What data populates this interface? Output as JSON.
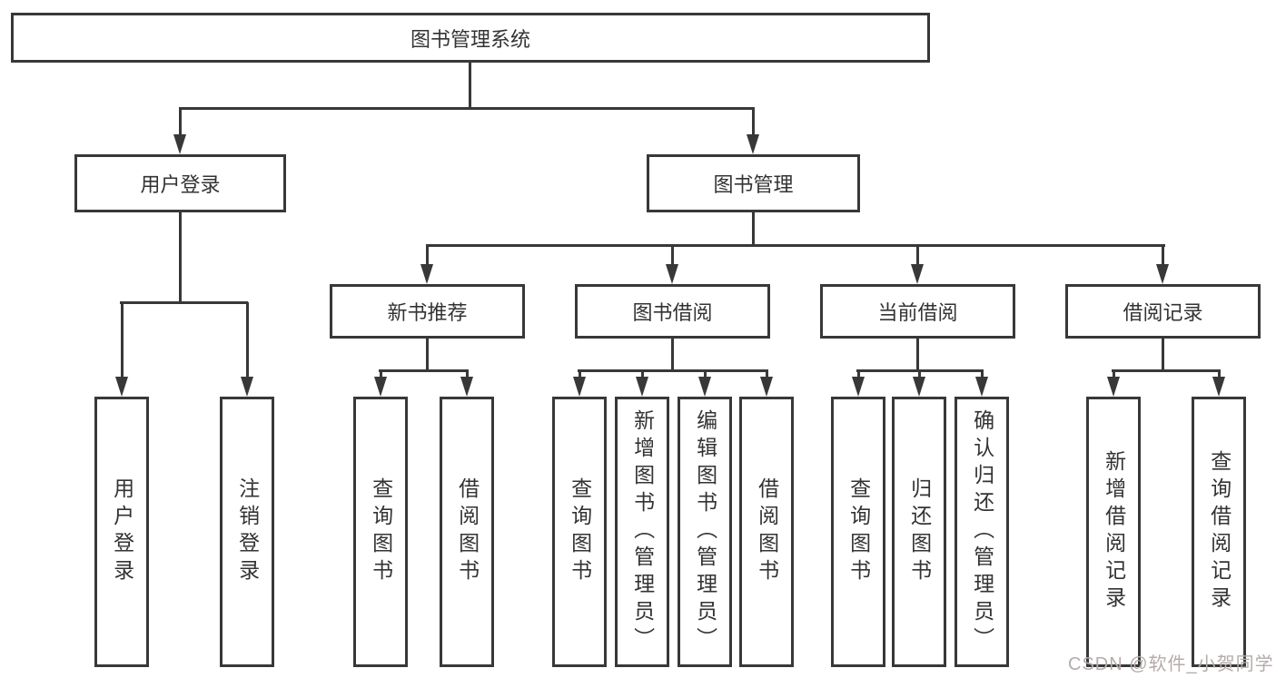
{
  "nodes": {
    "root": {
      "label": "图书管理系统"
    },
    "branches": [
      {
        "label": "用户登录",
        "children": [
          {
            "label": "用户登录"
          },
          {
            "label": "注销登录"
          }
        ]
      },
      {
        "label": "图书管理",
        "children": [
          {
            "label": "新书推荐",
            "children": [
              {
                "label": "查询图书"
              },
              {
                "label": "借阅图书"
              }
            ]
          },
          {
            "label": "图书借阅",
            "children": [
              {
                "label": "查询图书"
              },
              {
                "label": "新增图书（管理员）"
              },
              {
                "label": "编辑图书（管理员）"
              },
              {
                "label": "借阅图书"
              }
            ]
          },
          {
            "label": "当前借阅",
            "children": [
              {
                "label": "查询图书"
              },
              {
                "label": "归还图书"
              },
              {
                "label": "确认归还（管理员）"
              }
            ]
          },
          {
            "label": "借阅记录",
            "children": [
              {
                "label": "新增借阅记录"
              },
              {
                "label": "查询借阅记录"
              }
            ]
          }
        ]
      }
    ]
  },
  "watermark": {
    "text": "CSDN @软件_小贺同学"
  },
  "colors": {
    "line": "#383838",
    "box_border": "#383838",
    "text": "#333333",
    "watermark": "#b5abab",
    "background": "#ffffff"
  }
}
